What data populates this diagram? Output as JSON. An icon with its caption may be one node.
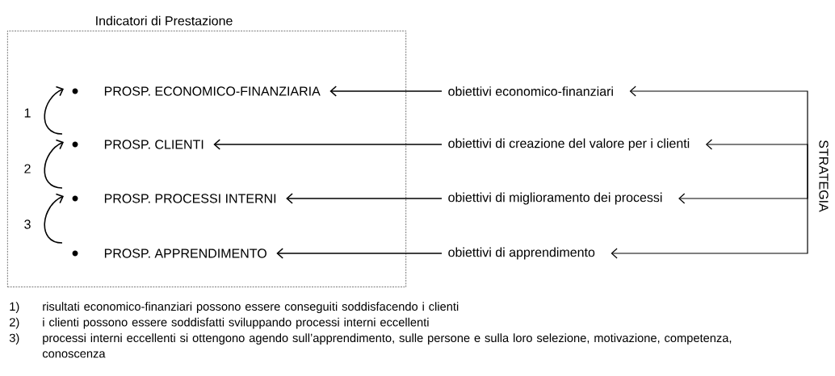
{
  "diagram": {
    "nodes": [
      {
        "text": [
          "Indicatori di Prestazione"
        ]
      },
      {
        "text": [
          "PROSP. ECONOMICO-FINANZIARIA"
        ],
        "in": 0
      },
      {
        "text": [
          "PROSP. CLIENTI"
        ],
        "in": 0
      },
      {
        "text": [
          "PROSP. PROCESSI INTERNI"
        ],
        "in": 0
      },
      {
        "text": [
          "PROSP. APPRENDIMENTO"
        ],
        "in": 0
      },
      {
        "text": [
          "obiettivi economico-finanziari"
        ]
      },
      {
        "text": [
          "obiettivi di creazione del valore per i clienti"
        ]
      },
      {
        "text": [
          "obiettivi di miglioramento dei processi"
        ]
      },
      {
        "text": [
          "obiettivi di apprendimento"
        ]
      },
      {
        "text": [
          "STRATEGIA"
        ]
      }
    ],
    "edges": [
      {
        "from": 2,
        "to": 1,
        "arrow": "to"
      },
      {
        "from": 3,
        "to": 2,
        "arrow": "to"
      },
      {
        "from": 4,
        "to": 3,
        "arrow": "to"
      },
      {
        "from": 5,
        "to": 1,
        "arrow": "to"
      },
      {
        "from": 6,
        "to": 2,
        "arrow": "to"
      },
      {
        "from": 7,
        "to": 3,
        "arrow": "to"
      },
      {
        "from": 8,
        "to": 4,
        "arrow": "to"
      },
      {
        "from": 9,
        "to": 5,
        "arrow": "to"
      },
      {
        "from": 9,
        "to": 6,
        "arrow": "to"
      },
      {
        "from": 9,
        "to": 7,
        "arrow": "to"
      },
      {
        "from": 9,
        "to": 8,
        "arrow": "to"
      }
    ],
    "labels": [
      "1",
      "2",
      "3",
      "1)",
      "risultati economico-finanziari possono essere conseguiti soddisfacendo i clienti",
      "2)",
      "i clienti possono essere soddisfatti sviluppando processi interni eccellenti",
      "3)",
      "processi interni eccellenti si ottengono agendo sull’apprendimento, sulle persone e sulla loro selezione, motivazione, competenza, conoscenza"
    ]
  }
}
